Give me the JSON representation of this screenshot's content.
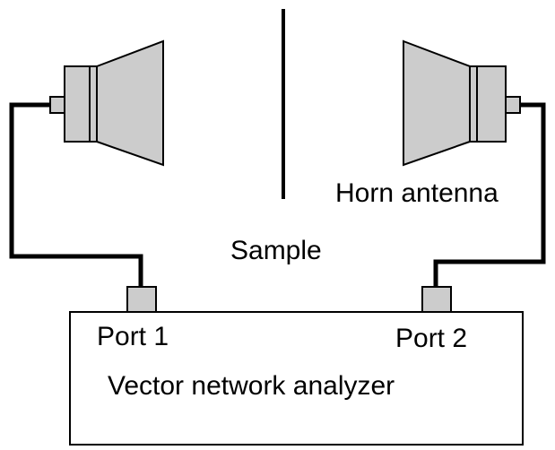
{
  "labels": {
    "horn_antenna": "Horn antenna",
    "sample": "Sample",
    "port1": "Port 1",
    "port2": "Port 2",
    "analyzer": "Vector network analyzer"
  },
  "colors": {
    "background": "#ffffff",
    "stroke": "#000000",
    "horn_fill": "#cccccc",
    "port_fill": "#cccccc"
  }
}
